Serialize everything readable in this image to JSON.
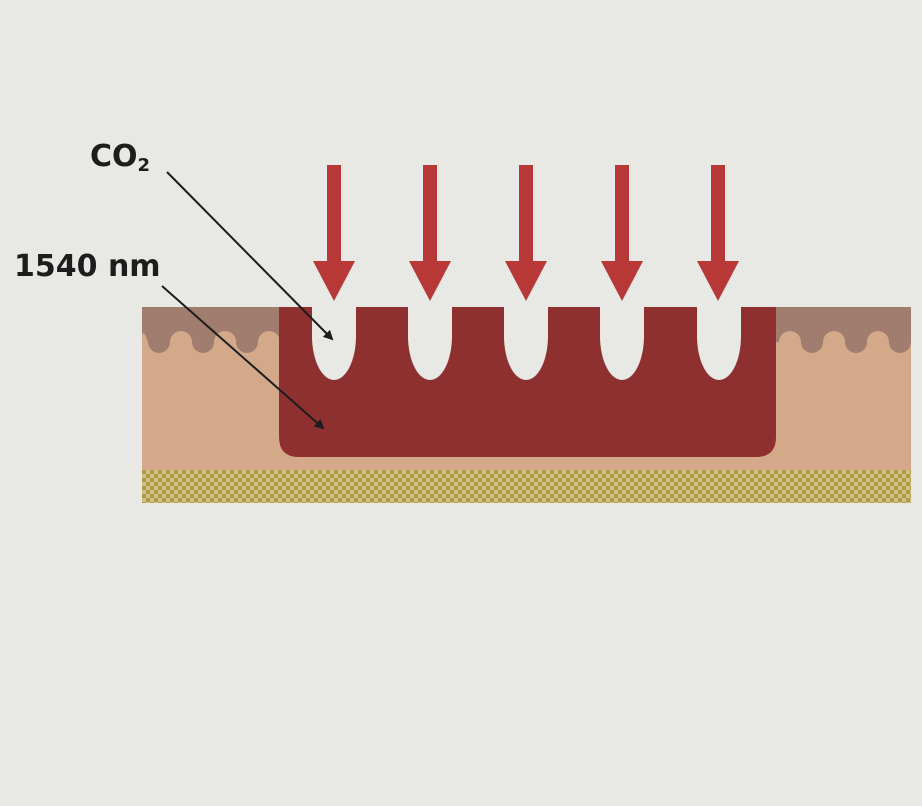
{
  "labels": {
    "co2_main": "CO",
    "co2_sub": "2",
    "wavelength": "1540 nm"
  },
  "colors": {
    "background": "#e8e8e4",
    "skin_tissue": "#d3a98a",
    "epidermis": "#a07d6e",
    "treated_zone": "#8f3030",
    "arrow": "#b83838",
    "dermis_pattern_a": "#b09a48",
    "dermis_pattern_b": "#cfc084"
  },
  "icons": {
    "laser_beam": "down-arrow-icon"
  },
  "beam_count": 5
}
